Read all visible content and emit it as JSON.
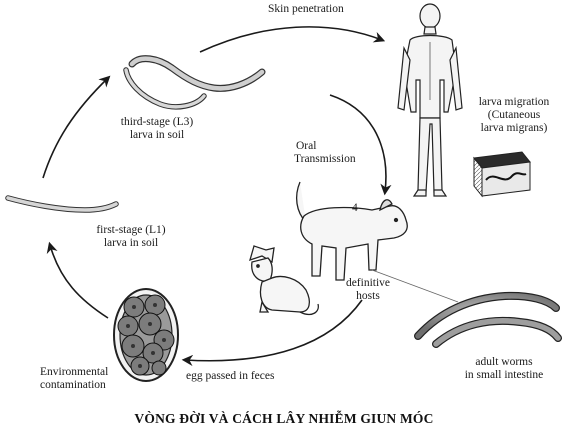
{
  "diagram": {
    "skin_penetration": "Skin penetration",
    "larva_migration": [
      "larva migration",
      "(Cutaneous",
      "larva migrans)"
    ],
    "oral_transmission": [
      "Oral",
      "Transmission"
    ],
    "stage_number": "4",
    "third_stage": [
      "third-stage (L3)",
      "larva in soil"
    ],
    "first_stage": [
      "first-stage (L1)",
      "larva in soil"
    ],
    "definitive_hosts": [
      "definitive",
      "hosts"
    ],
    "adult_worms": [
      "adult worms",
      "in small intestine"
    ],
    "environmental": [
      "Environmental",
      "contamination"
    ],
    "egg_passed": "egg passed in feces"
  },
  "caption": "VÒNG ĐỜI VÀ CÁCH LÂY NHIỄM GIUN MÓC"
}
